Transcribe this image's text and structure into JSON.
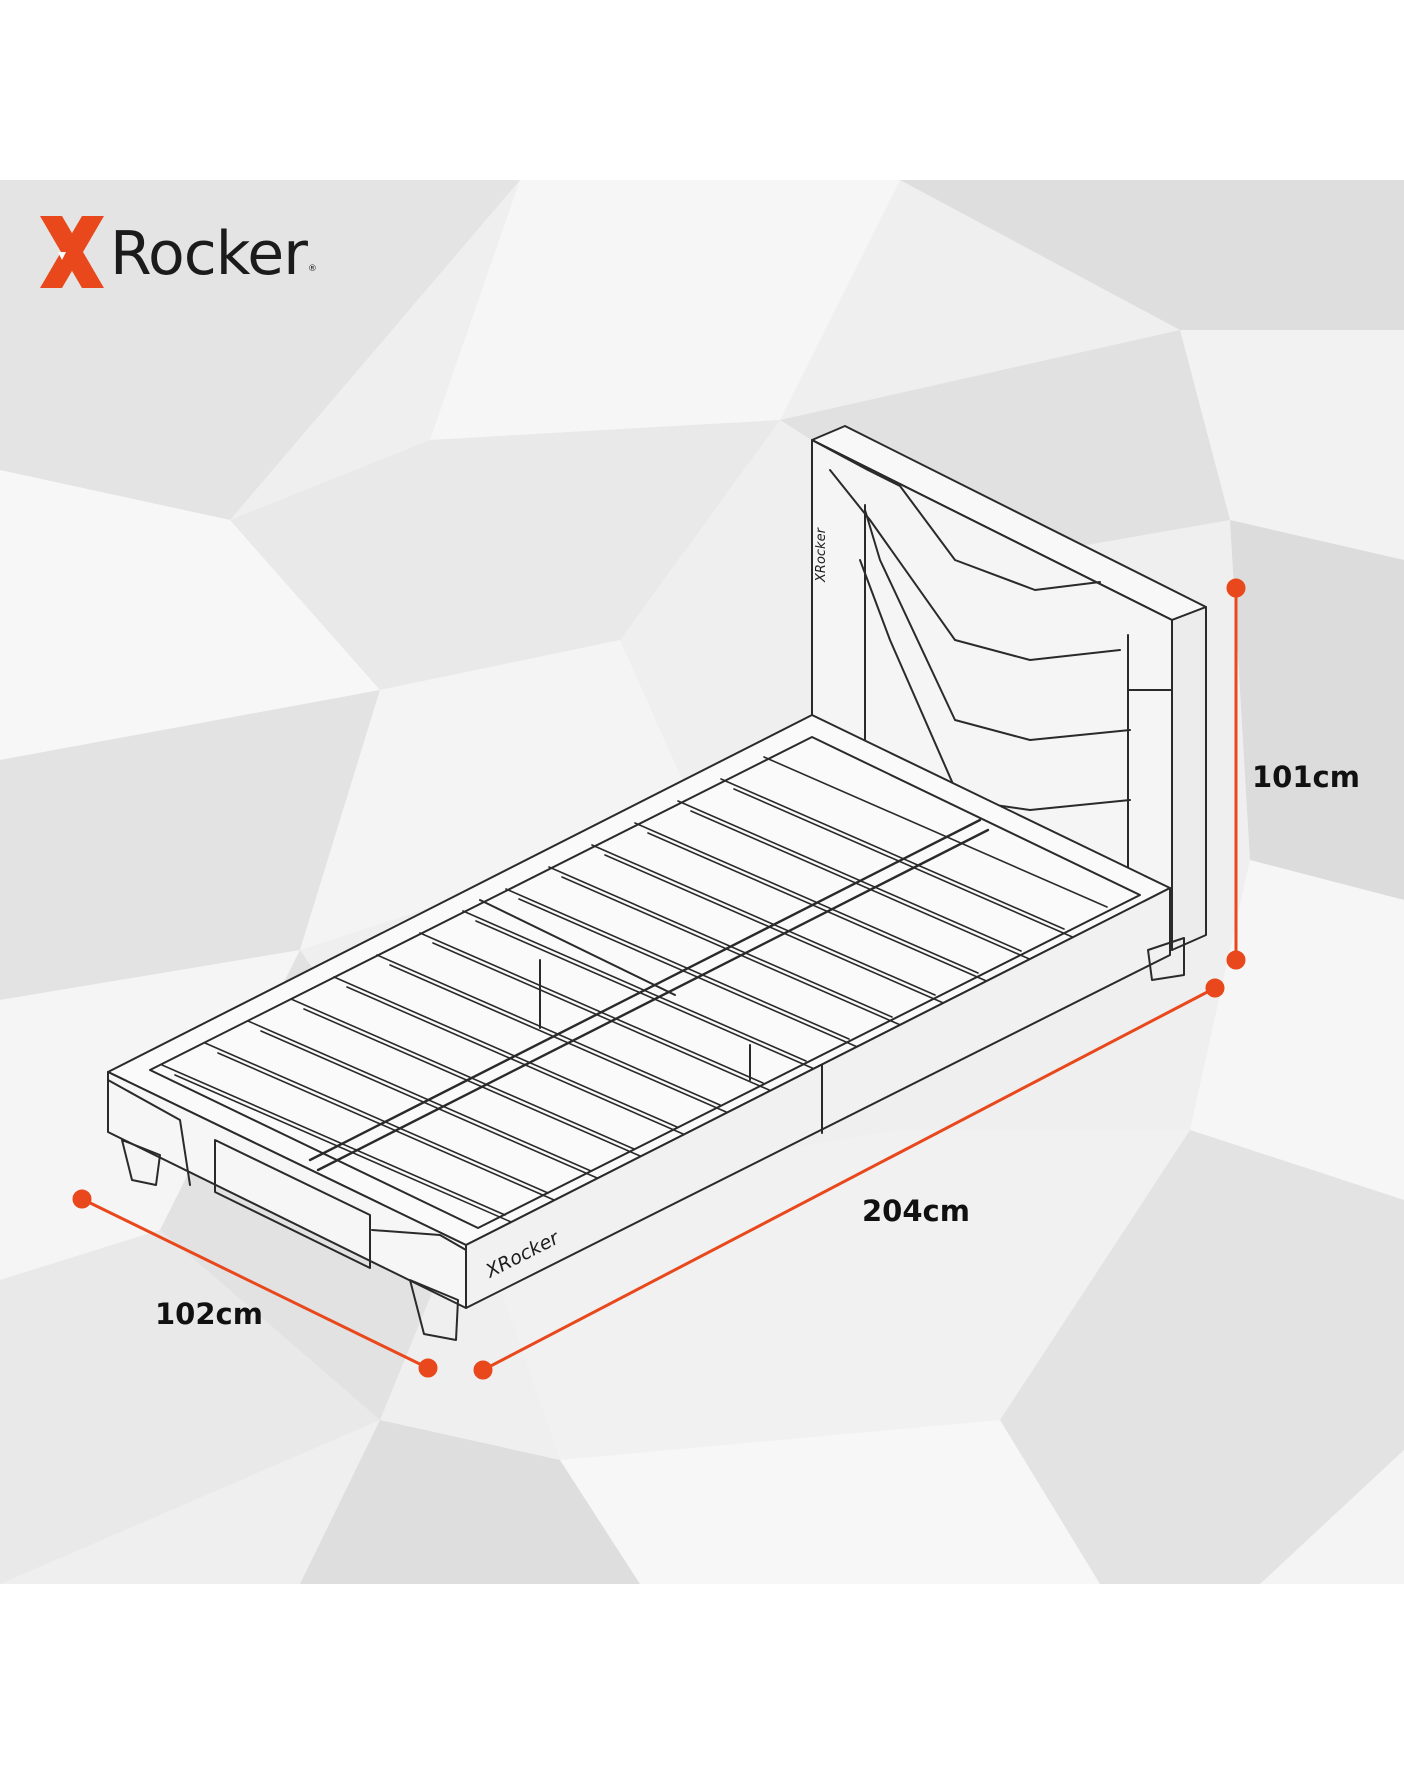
{
  "brand": {
    "name": "Rocker",
    "registered_mark": "®",
    "accent_color": "#e8481c",
    "product_badge_text": "XRocker"
  },
  "dimensions": {
    "height": "101cm",
    "length": "204cm",
    "width": "102cm"
  },
  "colors": {
    "background_light": "#f4f4f4",
    "background_mid": "#e6e6e6",
    "outline": "#2a2a2a",
    "dimension_line": "#e8481c"
  }
}
